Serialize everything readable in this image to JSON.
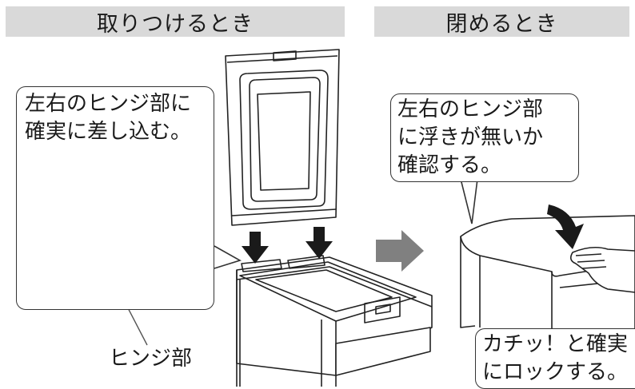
{
  "headers": {
    "attach": "取りつけるとき",
    "close": "閉めるとき"
  },
  "callouts": {
    "insert": [
      "左右のヒンジ部に",
      "確実に差し込む。"
    ],
    "check": [
      "左右のヒンジ部",
      "に浮きが無いか",
      "確認する。"
    ],
    "lock": [
      "カチッ！と確実",
      "にロックする。"
    ]
  },
  "labels": {
    "hinge": "ヒンジ部"
  },
  "colors": {
    "header_bg": "#d9d9d9",
    "arrow_black": "#1a1a1a",
    "arrow_gray": "#808080"
  },
  "icons": [
    "down-arrow-icon",
    "right-arrow-icon",
    "curved-arrow-icon",
    "hand-icon"
  ]
}
